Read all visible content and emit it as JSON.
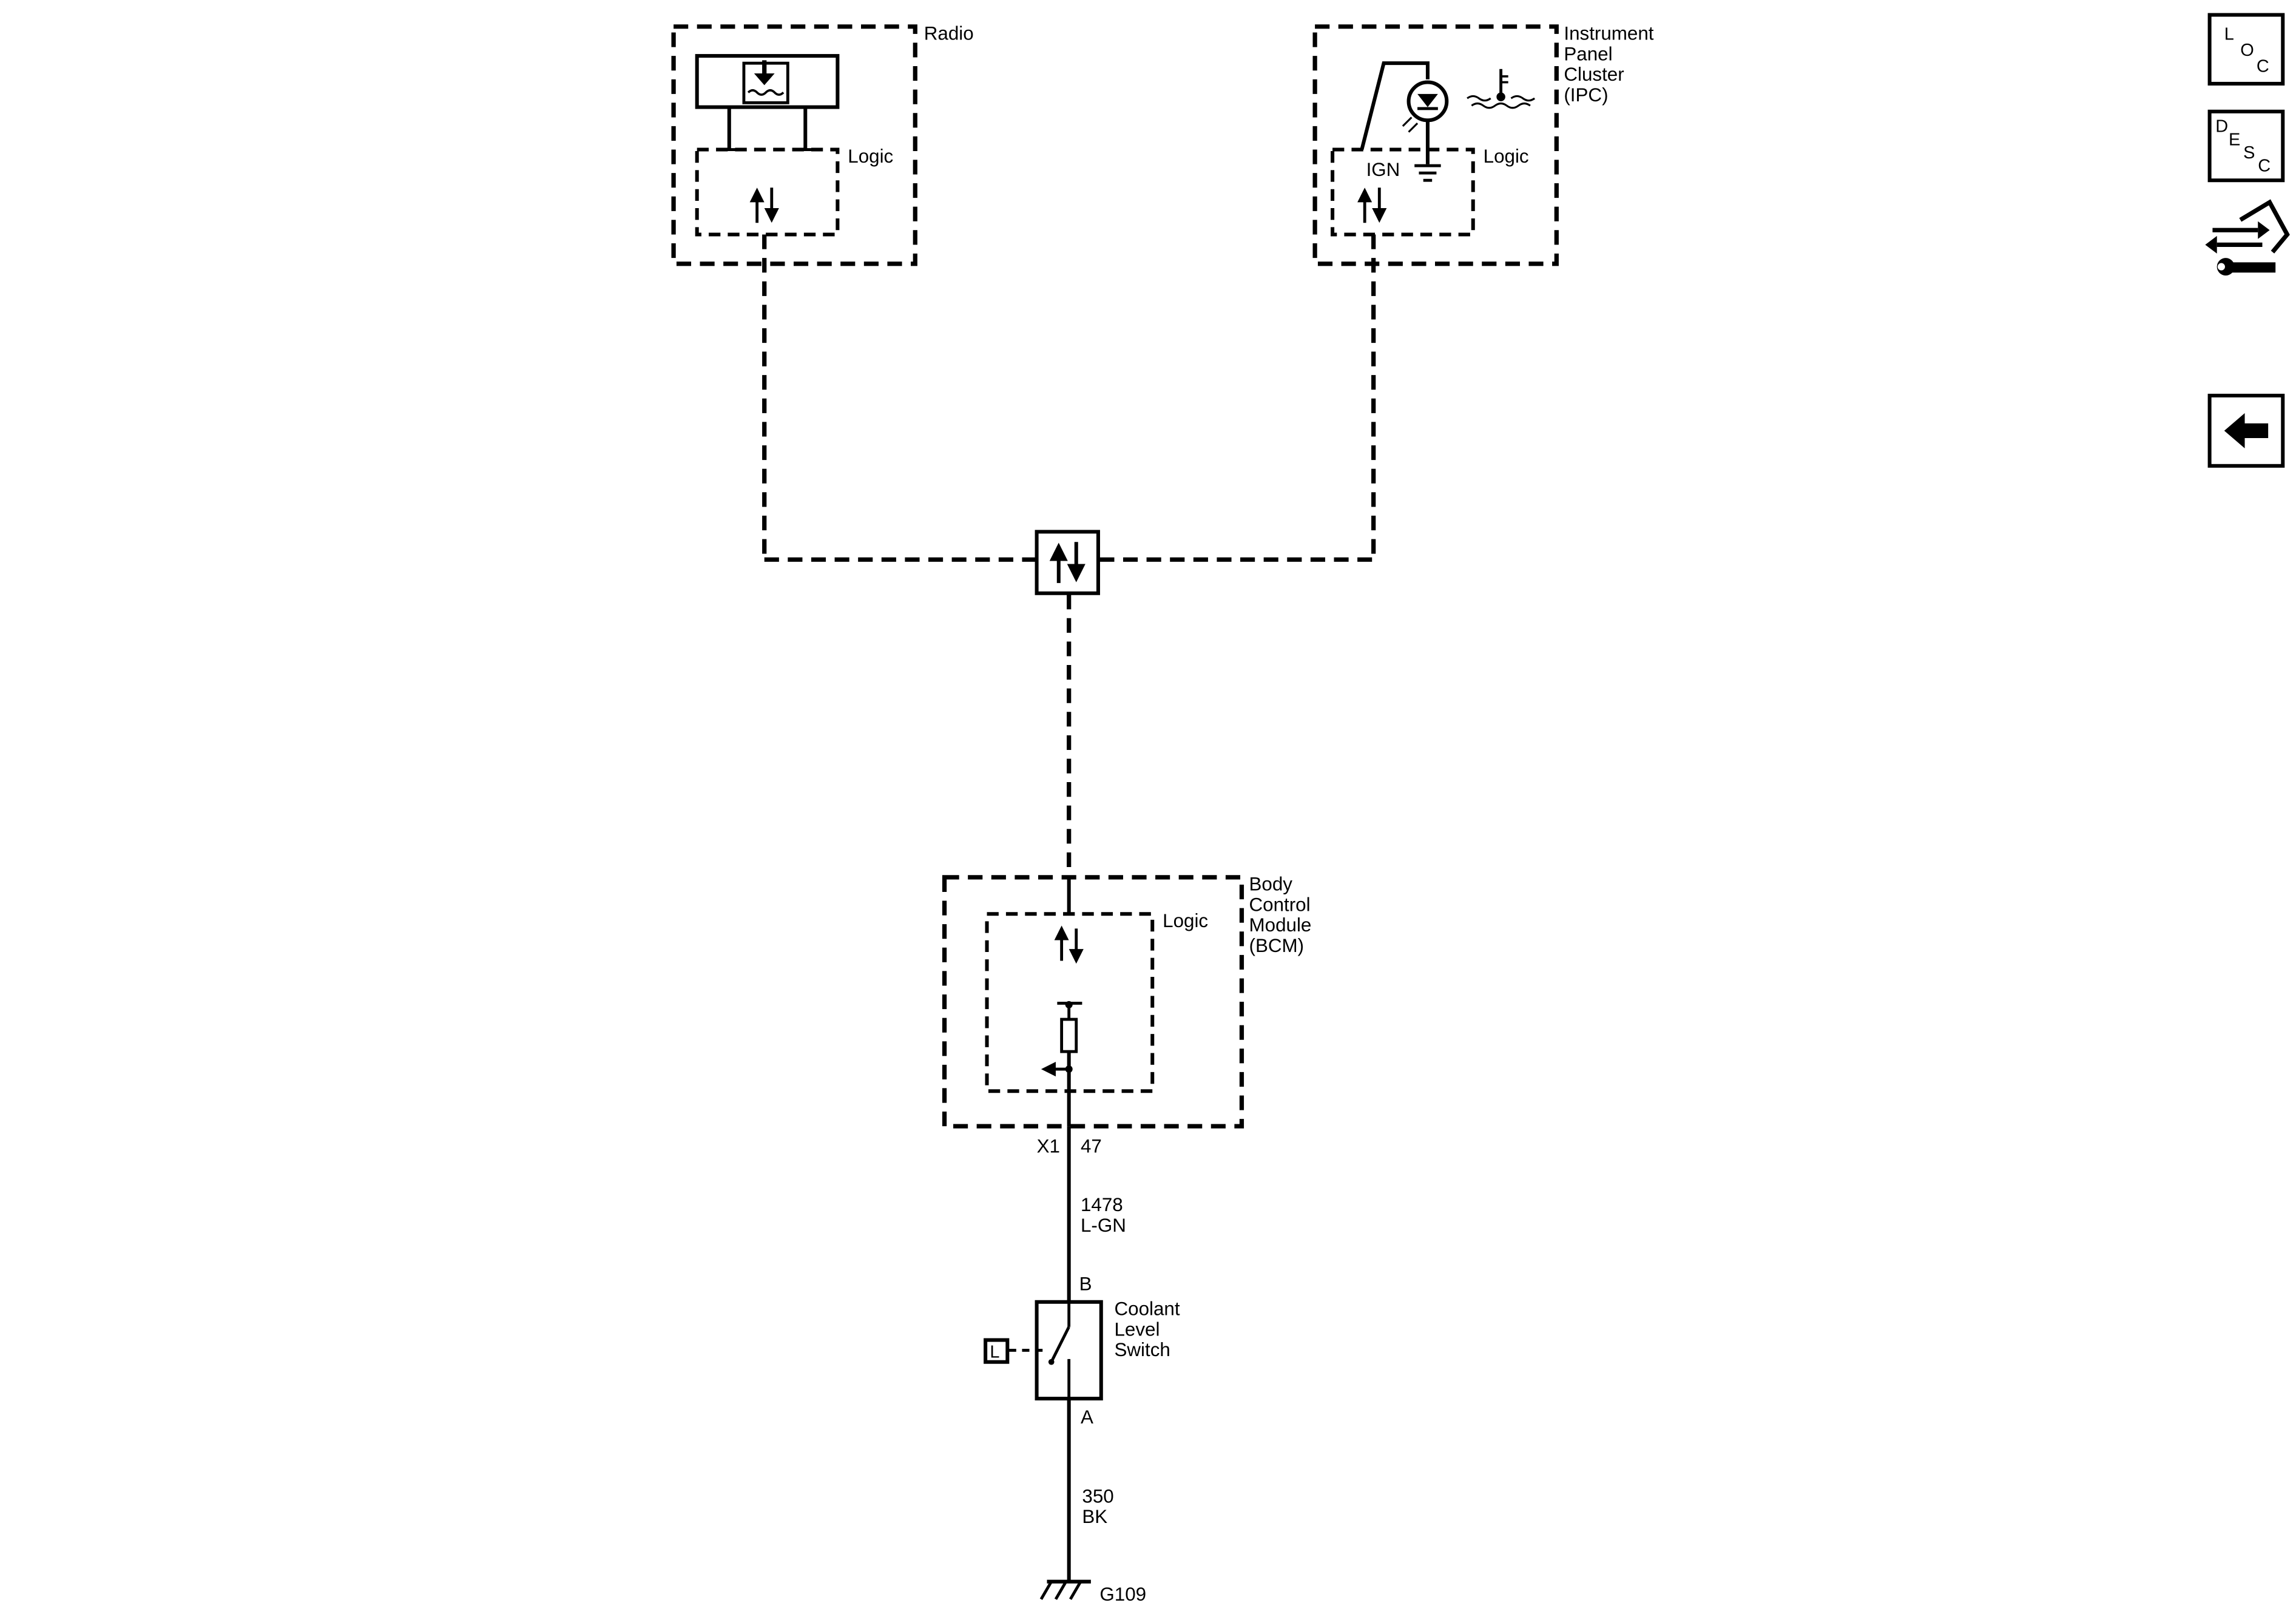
{
  "radio": {
    "title": "Radio",
    "logic_label": "Logic",
    "display_icon": "coolant-level-warning-icon",
    "comm_icon": "serial-data-icon"
  },
  "ipc": {
    "title_lines": [
      "Instrument",
      "Panel",
      "Cluster",
      "(IPC)"
    ],
    "logic_label": "Logic",
    "ign_label": "IGN",
    "indicator_icon": "coolant-level-indicator-lamp-icon",
    "coolant_icon": "coolant-temperature-icon",
    "ground_icon": "ground-icon",
    "comm_icon": "serial-data-icon"
  },
  "serial_data_icon": "serial-data-bus-icon",
  "bcm": {
    "title_lines": [
      "Body",
      "Control",
      "Module",
      "(BCM)"
    ],
    "logic_label": "Logic",
    "connector": "X1",
    "pin": "47",
    "comm_icon": "serial-data-icon",
    "pullup_icon": "pull-up-resistor-icon",
    "input_icon": "signal-input-arrow-icon"
  },
  "wire_upper": {
    "circuit": "1478",
    "color": "L-GN"
  },
  "switch": {
    "title_lines": [
      "Coolant",
      "Level",
      "Switch"
    ],
    "pin_top": "B",
    "pin_bottom": "A",
    "location_marker": "L"
  },
  "wire_lower": {
    "circuit": "350",
    "color": "BK"
  },
  "ground": {
    "label": "G109"
  },
  "nav": {
    "loc": {
      "chars": [
        "L",
        "O",
        "C"
      ]
    },
    "desc": {
      "chars": [
        "D",
        "E",
        "S",
        "C"
      ]
    },
    "connector_icon": "connector-repair-icon",
    "back_icon": "back-arrow-icon"
  }
}
